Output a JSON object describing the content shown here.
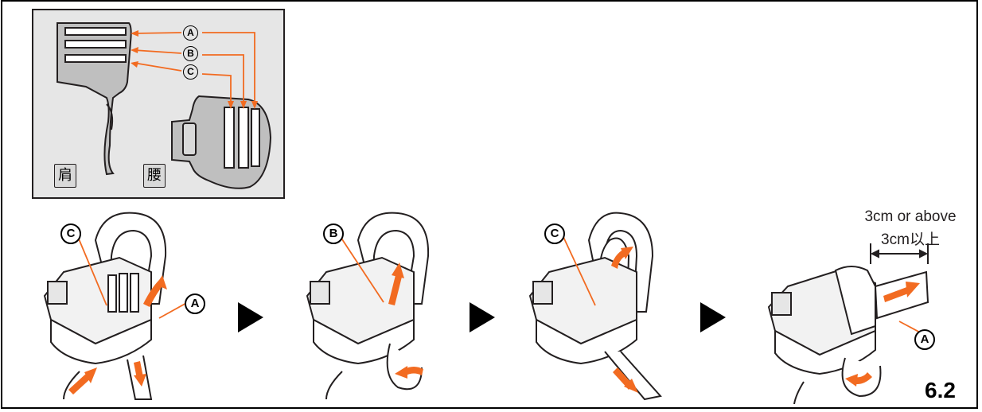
{
  "inset": {
    "labels": {
      "a": "A",
      "b": "B",
      "c": "C"
    },
    "shoulder_label": "肩",
    "waist_label": "腰"
  },
  "steps": [
    {
      "circle": "C",
      "side_circle": "A"
    },
    {
      "circle": "B"
    },
    {
      "circle": "C"
    },
    {
      "circle": "A"
    }
  ],
  "measure": {
    "line1": "3cm or above",
    "line2": "3cm以上"
  },
  "section_number": "6.2",
  "colors": {
    "accent": "#f26b21",
    "outline": "#231f20",
    "panel": "#e6e6e6"
  }
}
